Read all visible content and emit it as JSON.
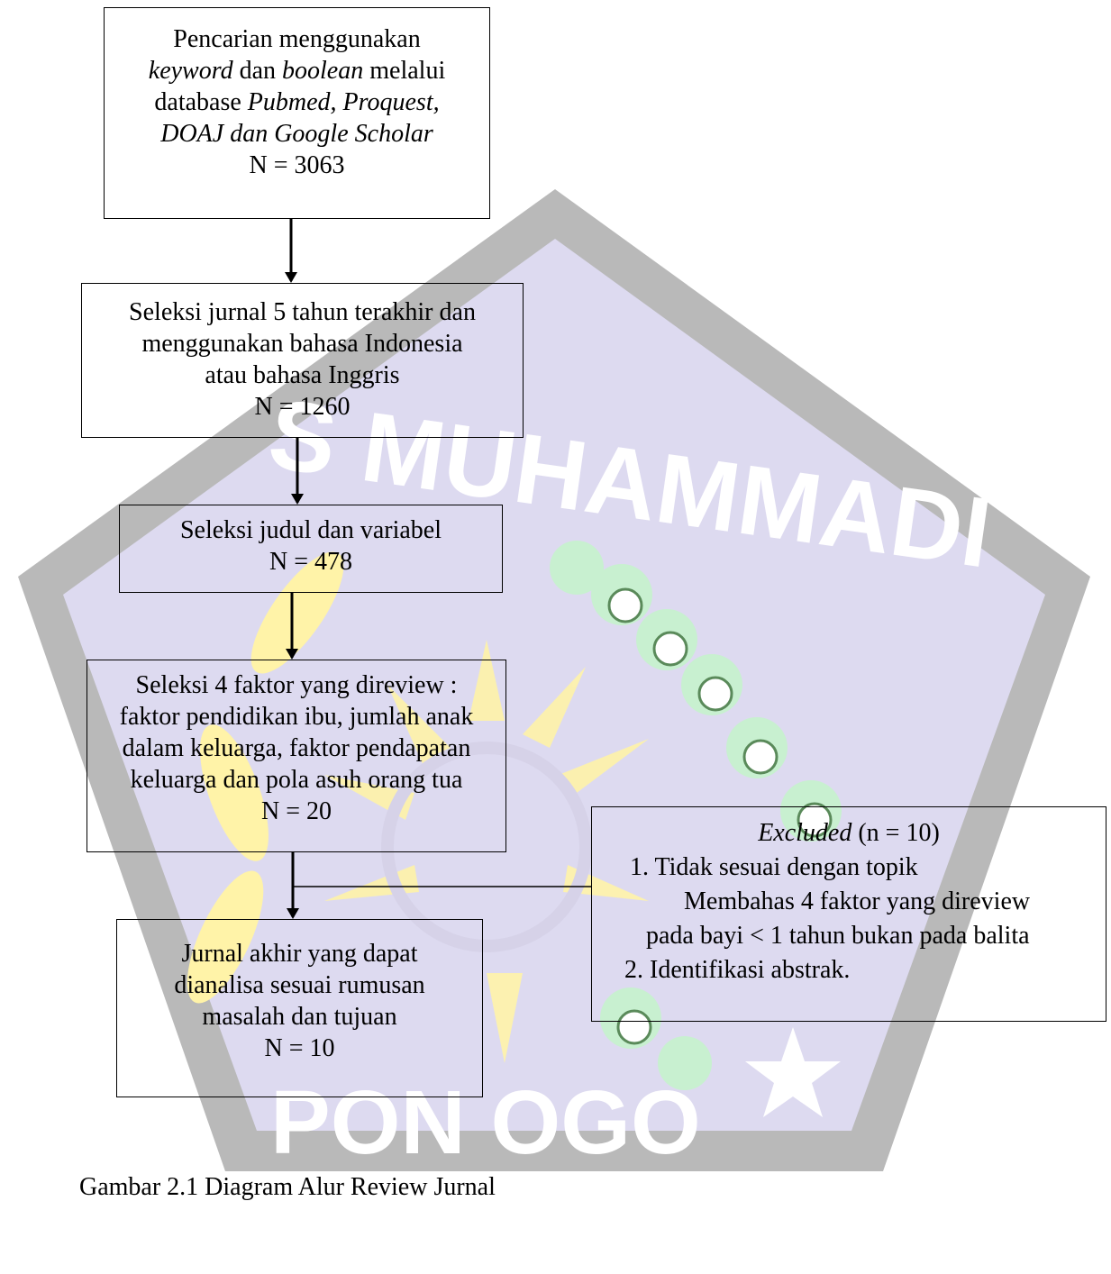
{
  "flow": {
    "box1": {
      "line1": "Pencarian menggunakan",
      "line2_keyword": "keyword",
      "line2_dan": " dan ",
      "line2_boolean": "boolean",
      "line2_melalui": " melalui",
      "line3_database": "database ",
      "line3_sources": "Pubmed, Proquest,",
      "line4": "DOAJ dan Google Scholar",
      "count": "N = 3063"
    },
    "box2": {
      "lines": [
        "Seleksi jurnal 5 tahun terakhir dan",
        "menggunakan bahasa Indonesia",
        "atau bahasa Inggris"
      ],
      "count": "N = 1260"
    },
    "box3": {
      "lines": [
        "Seleksi judul dan variabel"
      ],
      "count": "N = 478"
    },
    "box4": {
      "lines": [
        "Seleksi 4 faktor yang direview :",
        "faktor pendidikan ibu, jumlah anak",
        "dalam keluarga, faktor pendapatan",
        "keluarga dan pola asuh orang tua"
      ],
      "count": "N = 20"
    },
    "box5": {
      "lines": [
        "Jurnal akhir yang dapat",
        "dianalisa sesuai rumusan",
        "masalah dan tujuan"
      ],
      "count": "N = 10"
    },
    "excluded": {
      "title": "Excluded",
      "count": " (n = 10)",
      "item1": "1. Tidak sesuai dengan topik",
      "item1_detail1": "Membahas 4 faktor yang direview",
      "item1_detail2": "pada bayi < 1 tahun bukan pada balita",
      "item2": "2. Identifikasi abstrak."
    }
  },
  "caption": "Gambar 2.1 Diagram Alur Review Jurnal",
  "watermark": {
    "arc_text": "S MUHAMMADI",
    "bottom_text": "PON  OGO",
    "colors": {
      "bg": "#dddaf0",
      "ring": "#b9b9b9",
      "text": "#ffffff",
      "leaf_green": "#c8f0d0",
      "leaf_dark": "#5a8a5a",
      "sun": "#fff3a8"
    }
  },
  "colors": {
    "line": "#000000",
    "text": "#000000"
  }
}
